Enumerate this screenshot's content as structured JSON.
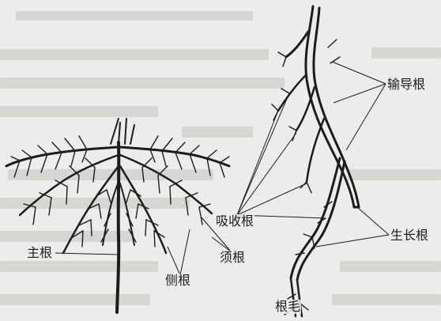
{
  "labels": {
    "main_root": "主根",
    "lateral_root": "侧根",
    "fibrous_root": "须根",
    "absorbing_root": "吸收根",
    "conducting_root": "输导根",
    "growing_root": "生长根",
    "root_hair": "根毛"
  },
  "colors": {
    "ink": "#1c1c1c",
    "paper": "#ececea",
    "faded_text": "#c9c9c6"
  }
}
